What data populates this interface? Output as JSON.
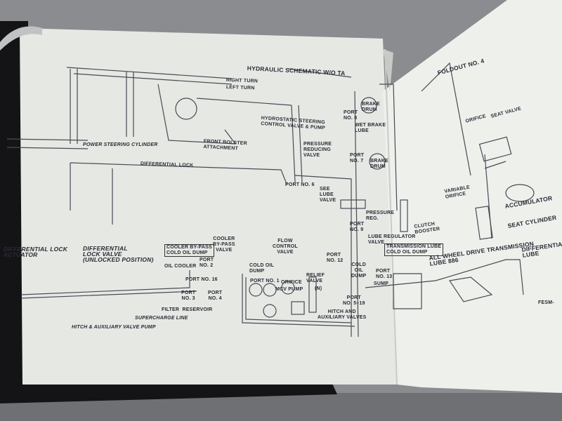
{
  "document": {
    "title": "HYDRAULIC SCHEMATIC W/O TA",
    "foldout": "FOLDOUT NO. 4",
    "footer_code": "FESM-"
  },
  "labels": {
    "right_turn": "RIGHT TURN",
    "left_turn": "LEFT TURN",
    "power_steering_cylinder": "POWER STEERING CYLINDER",
    "front_bolster": "FRONT BOLSTER\nATTACHMENT",
    "hydrostatic_steering": "HYDROSTATIC STEERING\nCONTROL VALVE & PUMP",
    "port_8": "PORT\nNO. 8",
    "wet_brake_lube": "WET BRAKE\nLUBE",
    "brake_drum_1": "BRAKE\nDRUM",
    "brake_drum_2": "BRAKE\nDRUM",
    "pressure_reducing_valve": "PRESSURE\nREDUCING\nVALVE",
    "port_7": "PORT\nNO. 7",
    "differential_lock": "DIFFERENTIAL LOCK",
    "orifice_top": "ORIFICE",
    "seat_valve": "SEAT VALVE",
    "port_6": "PORT NO. 6",
    "see_lube_valve": "SEE\nLUBE\nVALVE",
    "variable_orifice": "VARIABLE\nORIFICE",
    "accumulator": "ACCUMULATOR",
    "pressure_reg": "PRESSURE\nREG.",
    "clutch_booster": "CLUTCH\nBOOSTER",
    "seat_cylinder": "SEAT CYLINDER",
    "port_9": "PORT\nNO. 9",
    "diff_lock_actuator": "DIFFERENTIAL LOCK\nACTUATOR",
    "diff_lock_valve": "DIFFERENTIAL\nLOCK VALVE\n(UNLOCKED POSITION)",
    "lube_regulator_valve": "LUBE REGULATOR\nVALVE",
    "cooler_bypass_box": "COOLER BY-PASS\nCOLD OIL DUMP",
    "cooler_bypass_valve": "COOLER\nBY-PASS\nVALVE",
    "flow_control_valve": "FLOW\nCONTROL\nVALVE",
    "transmission_lube": "TRANSMISSION LUBE\nCOLD OIL DUMP",
    "awd_transmission": "ALL WHEEL DRIVE TRANSMISSION\nLUBE 886",
    "differential_lube": "DIFFERENTIAL\nLUBE",
    "port_12": "PORT\nNO. 12",
    "oil_cooler": "OIL COOLER",
    "port_2": "PORT\nNO. 2",
    "cold_oil_dump_1": "COLD OIL\nDUMP",
    "cold_oil_dump_2": "COLD\nOIL\nDUMP",
    "port_16": "PORT NO. 16",
    "port_1": "PORT NO. 1",
    "orifice_bottom": "ORIFICE",
    "relief_valve": "RELIEF\nVALVE",
    "port_13": "PORT\nNO. 13",
    "mcv_pump": "MCV PUMP",
    "n_mark": "(N)",
    "sump": "SUMP",
    "port_3": "PORT\nNO. 3",
    "port_4": "PORT\nNO. 4",
    "port_5_19": "PORT\nNO. 5–19",
    "filter_reservoir": "FILTER  RESERVOIR",
    "hitch_aux_valves": "HITCH AND\nAUXILIARY VALVES",
    "supercharge_line": "SUPERCHARGE LINE",
    "hitch_aux_pump": "HITCH & AUXILIARY VALVE PUMP"
  }
}
